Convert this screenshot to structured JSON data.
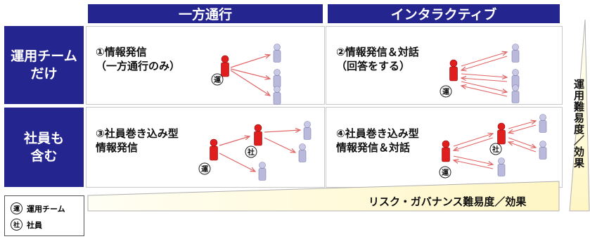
{
  "columns": {
    "one_way": "一方通行",
    "interactive": "インタラクティブ"
  },
  "rows": {
    "ops_only": [
      "運用チーム",
      "だけ"
    ],
    "incl_staff": [
      "社員も",
      "含む"
    ]
  },
  "cells": {
    "c1": [
      "①情報発信",
      "（一方通行のみ）"
    ],
    "c2": [
      "②情報発信＆対話",
      "（回答をする）"
    ],
    "c3": [
      "③社員巻き込み型",
      "情報発信"
    ],
    "c4": [
      "④社員巻き込み型",
      "情報発信＆対話"
    ]
  },
  "badges": {
    "ops": "運",
    "staff": "社"
  },
  "legend": {
    "ops_badge": "運",
    "ops_label": "運用チーム",
    "staff_badge": "社",
    "staff_label": "社員"
  },
  "axes": {
    "horizontal": "リスク・ガバナンス難易度／効果",
    "vertical": "運用難易度／効果"
  },
  "colors": {
    "header_bg": "#25258f",
    "ops_person": "#e01e1e",
    "recipient_person": "#b9b9dc",
    "arrow": "#e06464",
    "axis_fill": "#fffbd8"
  }
}
